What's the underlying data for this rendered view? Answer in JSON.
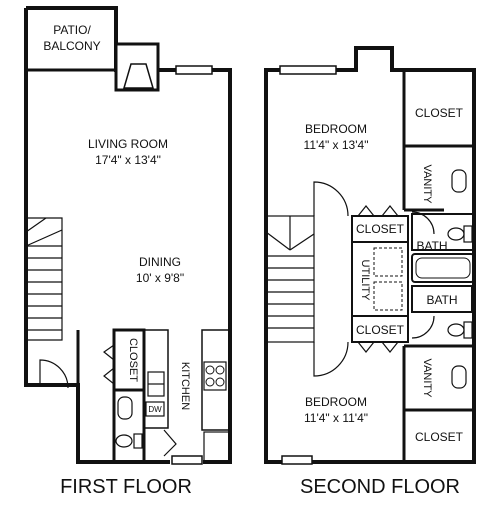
{
  "first_floor": {
    "caption": "FIRST FLOOR",
    "rooms": {
      "patio": {
        "line1": "PATIO/",
        "line2": "BALCONY"
      },
      "living": {
        "name": "LIVING ROOM",
        "size": "17'4\" x 13'4\""
      },
      "dining": {
        "name": "DINING",
        "size": "10' x 9'8\""
      },
      "kitchen": "KITCHEN",
      "closet": "CLOSET",
      "dishwasher": "DW"
    }
  },
  "second_floor": {
    "caption": "SECOND FLOOR",
    "rooms": {
      "bedroom_top": {
        "name": "BEDROOM",
        "size": "11'4\" x 13'4\""
      },
      "bedroom_bottom": {
        "name": "BEDROOM",
        "size": "11'4\" x 11'4\""
      },
      "closet_top_right": "CLOSET",
      "closet_bottom_right": "CLOSET",
      "closet_hall_top": "CLOSET",
      "closet_hall_bottom": "CLOSET",
      "vanity_top": "VANITY",
      "vanity_bottom": "VANITY",
      "bath_top": "BATH",
      "bath_bottom": "BATH",
      "utility": "UTILITY"
    }
  }
}
